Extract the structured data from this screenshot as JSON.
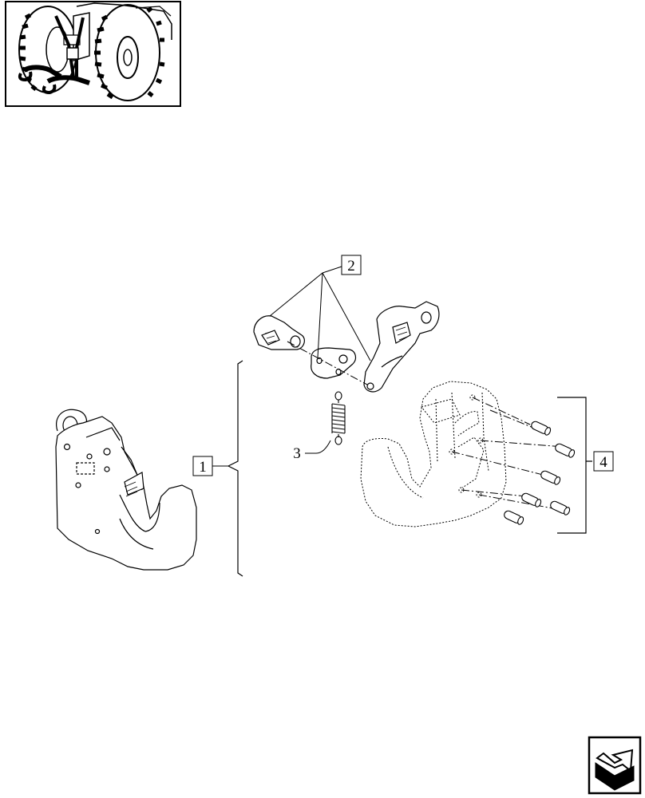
{
  "callouts": [
    {
      "id": "1",
      "label": "1",
      "boxed": true
    },
    {
      "id": "2",
      "label": "2",
      "boxed": true
    },
    {
      "id": "3",
      "label": "3",
      "boxed": false
    },
    {
      "id": "4",
      "label": "4",
      "boxed": true
    }
  ],
  "thumbnail": {
    "icon": "tractor-rear-hitch-thumbnail-icon"
  },
  "navigation": {
    "icon": "next-page-arrow-icon"
  },
  "colors": {
    "line": "#000000",
    "background": "#ffffff"
  }
}
